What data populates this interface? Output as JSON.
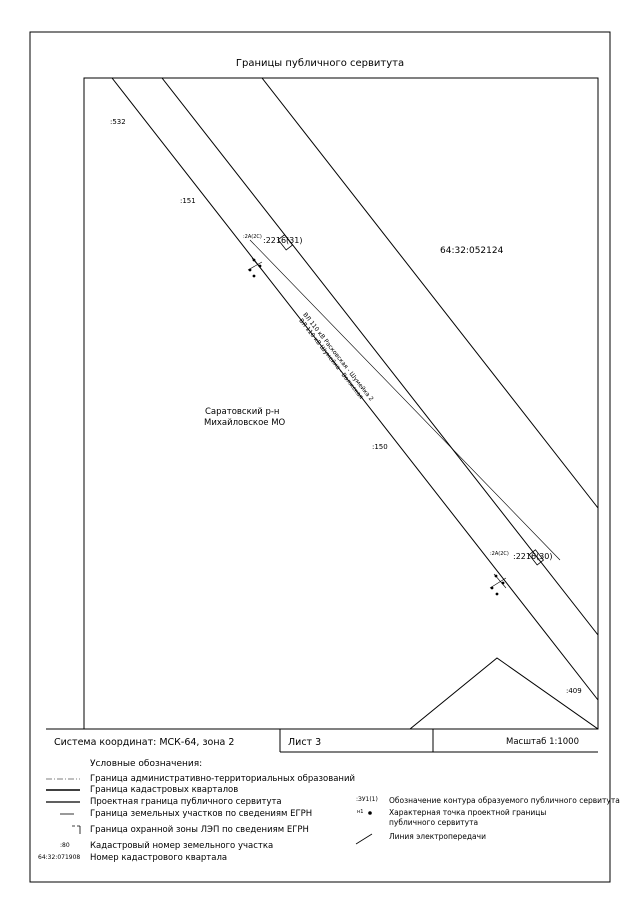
{
  "sheet": {
    "title": "Границы публичного сервитута",
    "quarter_number": "64:32:052124",
    "area_name_line1": "Саратовский р-н",
    "area_name_line2": "Михайловское МО"
  },
  "parcels": {
    "p1": ":532",
    "p2": ":151",
    "p3": ":150",
    "p4": ":409"
  },
  "servitude_labels": {
    "upper": ":2216(31)",
    "lower": ":2216(30)",
    "contour_upper": ":2А(2С)",
    "contour_lower": ":2А(2С)"
  },
  "power_lines": {
    "line_a": "ВЛ 110 кВ Расковская - Шумейка 2",
    "line_b": "ВЛ 110 кВ Шумейка - Волжская"
  },
  "stamp": {
    "coordinate_system": "Система координат: МСК-64, зона 2",
    "sheet_number": "Лист 3",
    "scale": "Масштаб 1:1000"
  },
  "legend": {
    "header": "Условные обозначения:",
    "items_left": [
      "Граница административно-территориальных образований",
      "Граница кадастровых кварталов",
      "Проектная граница публичного сервитута",
      "Граница земельных участков по сведениям ЕГРН",
      "Граница охранной зоны ЛЭП по сведениям ЕГРН",
      "Кадастровый номер земельного участка",
      "Номер кадастрового квартала"
    ],
    "sample_parcel": ":80",
    "sample_quarter": "64:32:071908",
    "right_sample": ":ЗУ1(1)",
    "right_items": [
      "Обозначение контура образуемого публичного сервитута",
      "Характерная точка проектной границы",
      "публичного сервитута",
      "Линия электропередачи"
    ],
    "point_sample": "н1"
  },
  "colors": {
    "ink": "#000000",
    "paper": "#ffffff"
  }
}
